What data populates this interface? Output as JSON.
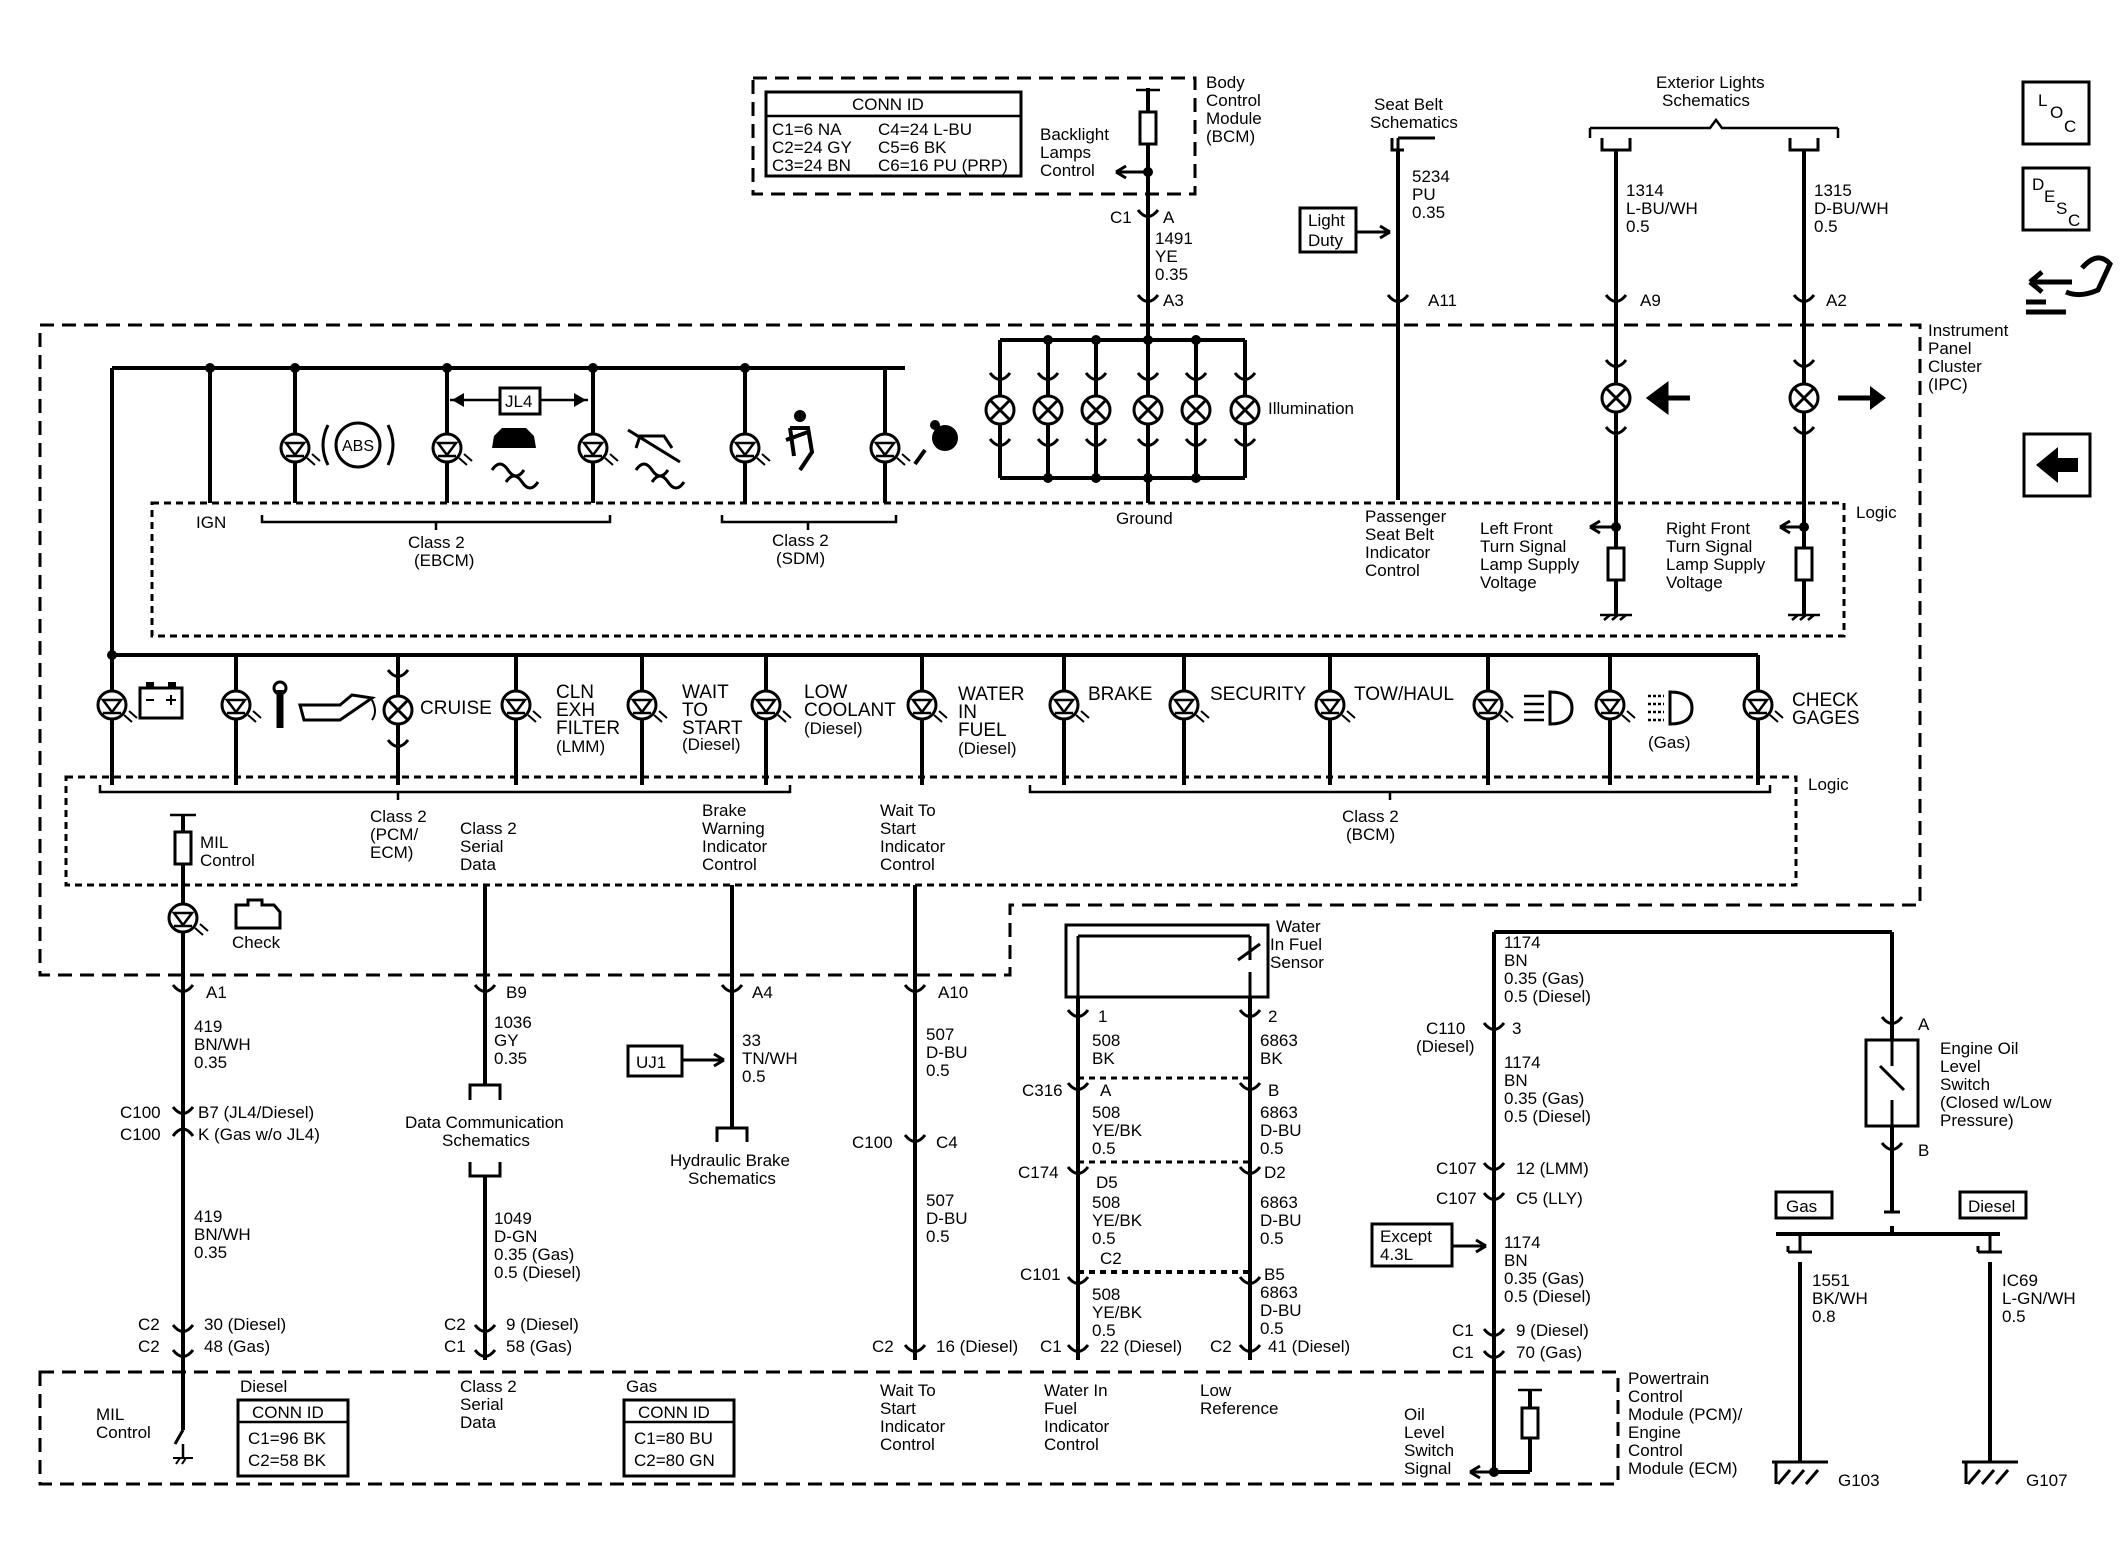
{
  "legend": {
    "loc": [
      "L",
      "O",
      "C"
    ],
    "desc": [
      "D",
      "E",
      "S",
      "C"
    ]
  },
  "bcm": {
    "conn_title": "CONN ID",
    "conn_rows": [
      [
        "C1=6 NA",
        "C4=24 L-BU"
      ],
      [
        "C2=24 GY",
        "C5=6 BK"
      ],
      [
        "C3=24 BN",
        "C6=16 PU (PRP)"
      ]
    ],
    "backlight": [
      "Backlight",
      "Lamps",
      "Control"
    ],
    "name": [
      "Body",
      "Control",
      "Module",
      "(BCM)"
    ],
    "c1": "C1",
    "pinA": "A",
    "wire": [
      "1491",
      "YE",
      "0.35"
    ],
    "pinA3": "A3"
  },
  "seatbelt": {
    "title": [
      "Seat Belt",
      "Schematics"
    ],
    "wire": [
      "5234",
      "PU",
      "0.35"
    ],
    "light_duty": [
      "Light",
      "Duty"
    ],
    "pin": "A11",
    "indicator": [
      "Passenger",
      "Seat Belt",
      "Indicator",
      "Control"
    ]
  },
  "exterior": {
    "title": [
      "Exterior Lights",
      "Schematics"
    ],
    "left_wire": [
      "1314",
      "L-BU/WH",
      "0.5"
    ],
    "right_wire": [
      "1315",
      "D-BU/WH",
      "0.5"
    ],
    "pinA9": "A9",
    "pinA2": "A2",
    "left_supply": [
      "Left Front",
      "Turn Signal",
      "Lamp Supply",
      "Voltage"
    ],
    "right_supply": [
      "Right Front",
      "Turn Signal",
      "Lamp Supply",
      "Voltage"
    ]
  },
  "ipc": {
    "name": [
      "Instrument",
      "Panel",
      "Cluster",
      "(IPC)"
    ],
    "illumination": "Illumination",
    "ground": "Ground",
    "logic": "Logic",
    "ign": "IGN",
    "abs": "ABS",
    "jl4": "JL4",
    "class2_ebcm": [
      "Class 2",
      "(EBCM)"
    ],
    "class2_sdm": [
      "Class 2",
      "(SDM)"
    ],
    "cruise": "CRUISE",
    "cln_exh": [
      "CLN",
      "EXH",
      "FILTER",
      "(LMM)"
    ],
    "wait_start": [
      "WAIT",
      "TO",
      "START",
      "(Diesel)"
    ],
    "low_coolant": [
      "LOW",
      "COOLANT",
      "(Diesel)"
    ],
    "water_fuel": [
      "WATER",
      "IN",
      "FUEL",
      "(Diesel)"
    ],
    "brake": "BRAKE",
    "security": "SECURITY",
    "tow_haul": "TOW/HAUL",
    "gas": "(Gas)",
    "check_gages": [
      "CHECK",
      "GAGES"
    ],
    "class2_pcm": [
      "Class 2",
      "(PCM/",
      "ECM)"
    ],
    "class2_serial": [
      "Class 2",
      "Serial",
      "Data"
    ],
    "brake_warning": [
      "Brake",
      "Warning",
      "Indicator",
      "Control"
    ],
    "wait_control": [
      "Wait To",
      "Start",
      "Indicator",
      "Control"
    ],
    "class2_bcm": [
      "Class 2",
      "(BCM)"
    ],
    "mil": [
      "MIL",
      "Control"
    ],
    "check": "Check"
  },
  "circuits": {
    "a1": "A1",
    "w419a": [
      "419",
      "BN/WH",
      "0.35"
    ],
    "c100": "C100",
    "b7": "B7 (JL4/Diesel)",
    "k": "K (Gas w/o JL4)",
    "w419b": [
      "419",
      "BN/WH",
      "0.35"
    ],
    "c2a": "C2",
    "c2b": "C2",
    "p30": "30 (Diesel)",
    "p48": "48 (Gas)",
    "b9": "B9",
    "w1036": [
      "1036",
      "GY",
      "0.35"
    ],
    "data_comm": [
      "Data Communication",
      "Schematics"
    ],
    "w1049": [
      "1049",
      "D-GN",
      "0.35 (Gas)",
      "0.5 (Diesel)"
    ],
    "c2c": "C2",
    "c1a": "C1",
    "p9": "9 (Diesel)",
    "p58": "58 (Gas)",
    "a4": "A4",
    "uj1": "UJ1",
    "w33": [
      "33",
      "TN/WH",
      "0.5"
    ],
    "hydraulic": [
      "Hydraulic Brake",
      "Schematics"
    ],
    "a10": "A10",
    "w507a": [
      "507",
      "D-BU",
      "0.5"
    ],
    "c100b": "C100",
    "c4": "C4",
    "w507b": [
      "507",
      "D-BU",
      "0.5"
    ],
    "c2d": "C2",
    "p16": "16 (Diesel)"
  },
  "wif": {
    "title": [
      "Water",
      "In Fuel",
      "Sensor"
    ],
    "pin1": "1",
    "pin2": "2",
    "w508a": [
      "508",
      "BK"
    ],
    "w6863a": [
      "6863",
      "BK"
    ],
    "c316": "C316",
    "pA": "A",
    "pB": "B",
    "w508b": [
      "508",
      "YE/BK",
      "0.5"
    ],
    "w6863b": [
      "6863",
      "D-BU",
      "0.5"
    ],
    "c174": "C174",
    "d5": "D5",
    "d2": "D2",
    "w508c": [
      "508",
      "YE/BK",
      "0.5"
    ],
    "w6863c": [
      "6863",
      "D-BU",
      "0.5"
    ],
    "c101": "C101",
    "c2": "C2",
    "b5": "B5",
    "w508d": [
      "508",
      "YE/BK",
      "0.5"
    ],
    "w6863d": [
      "6863",
      "D-BU",
      "0.5"
    ],
    "c1": "C1",
    "p22": "22 (Diesel)",
    "c2b": "C2",
    "p41": "41 (Diesel)"
  },
  "oil": {
    "w1174a": [
      "1174",
      "BN",
      "0.35 (Gas)",
      "0.5 (Diesel)"
    ],
    "c110": "C110",
    "c110d": "(Diesel)",
    "p3": "3",
    "w1174b": [
      "1174",
      "BN",
      "0.35 (Gas)",
      "0.5 (Diesel)"
    ],
    "c107a": "C107",
    "p12": "12 (LMM)",
    "c107b": "C107",
    "c5": "C5 (LLY)",
    "except": [
      "Except",
      "4.3L"
    ],
    "w1174c": [
      "1174",
      "BN",
      "0.35 (Gas)",
      "0.5 (Diesel)"
    ],
    "c1a": "C1",
    "c1b": "C1",
    "p9": "9 (Diesel)",
    "p70": "70 (Gas)",
    "switch": [
      "Engine Oil",
      "Level",
      "Switch",
      "(Closed w/Low",
      "Pressure)"
    ],
    "pinA": "A",
    "pinB": "B",
    "gas": "Gas",
    "diesel": "Diesel",
    "w1551": [
      "1551",
      "BK/WH",
      "0.8"
    ],
    "g103": "G103",
    "w1c69": [
      "IC69",
      "L-GN/WH",
      "0.5"
    ],
    "g107": "G107"
  },
  "pcm": {
    "name": [
      "Powertrain",
      "Control",
      "Module (PCM)/",
      "Engine",
      "Control",
      "Module (ECM)"
    ],
    "mil": [
      "MIL",
      "Control"
    ],
    "diesel": "Diesel",
    "gas": "Gas",
    "conn_title": "CONN ID",
    "diesel_rows": [
      "C1=96 BK",
      "C2=58 BK"
    ],
    "gas_rows": [
      "C1=80 BU",
      "C2=80 GN"
    ],
    "class2": [
      "Class 2",
      "Serial",
      "Data"
    ],
    "wait": [
      "Wait To",
      "Start",
      "Indicator",
      "Control"
    ],
    "wif": [
      "Water In",
      "Fuel",
      "Indicator",
      "Control"
    ],
    "lowref": [
      "Low",
      "Reference"
    ],
    "oil": [
      "Oil",
      "Level",
      "Switch",
      "Signal"
    ]
  }
}
